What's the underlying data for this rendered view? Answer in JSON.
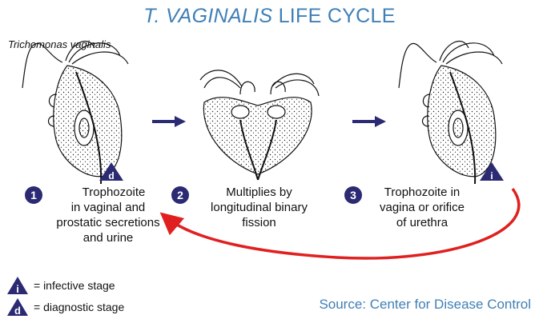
{
  "title": {
    "italic": "T. VAGINALIS",
    "rest": " LIFE CYCLE"
  },
  "subtitle": "Trichomonas vaginalis",
  "steps": [
    {
      "number": "1",
      "lines": [
        "Trophozoite",
        "in vaginal and",
        "prostatic secretions",
        "and urine"
      ]
    },
    {
      "number": "2",
      "lines": [
        "Multiplies by",
        "longitudinal binary",
        "fission"
      ]
    },
    {
      "number": "3",
      "lines": [
        "Trophozoite in",
        "vagina or orifice",
        "of urethra"
      ]
    }
  ],
  "badges": {
    "diagnostic": "d",
    "infective": "i"
  },
  "legend": [
    {
      "badge": "i",
      "text": "= infective stage"
    },
    {
      "badge": "d",
      "text": "= diagnostic stage"
    }
  ],
  "source": "Source: Center for Disease Control",
  "colors": {
    "title": "#3f7fb6",
    "badge": "#2b2a73",
    "arrow": "#2b2a73",
    "return_arrow": "#e02020"
  }
}
